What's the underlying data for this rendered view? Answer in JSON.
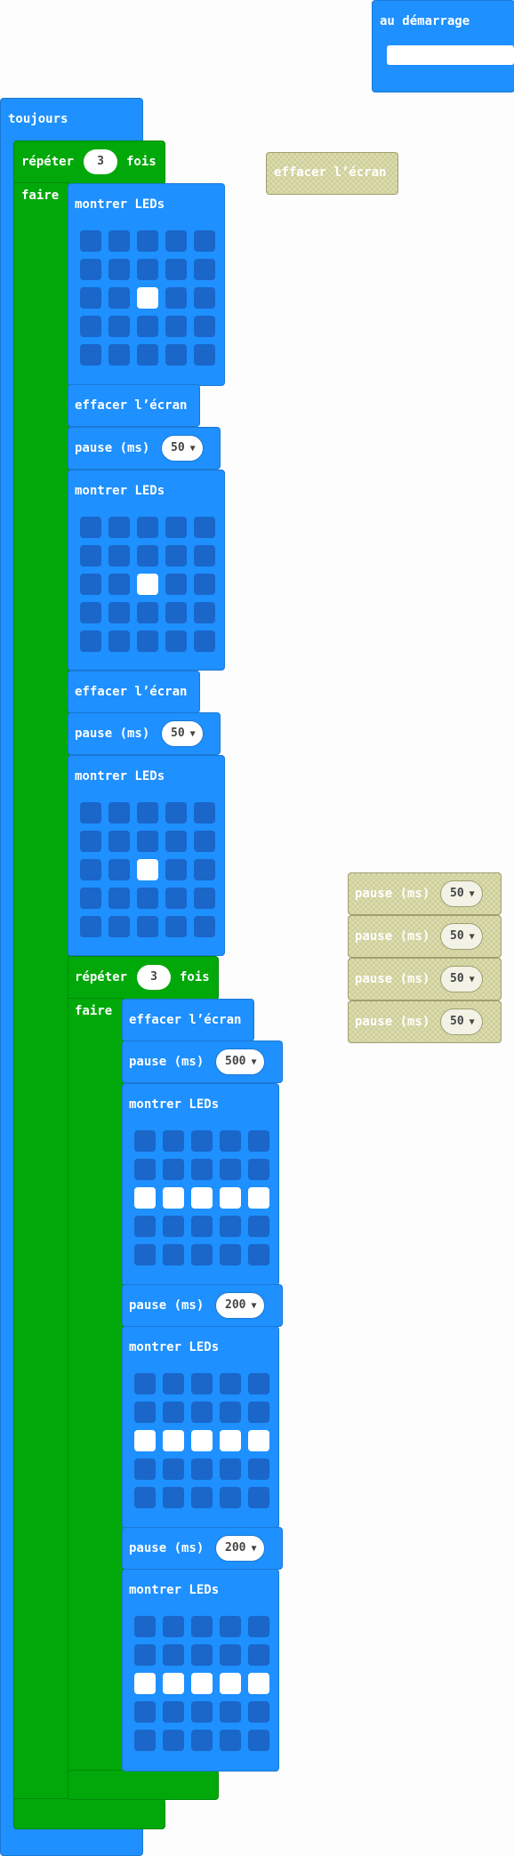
{
  "on_start": {
    "label": "au démarrage"
  },
  "forever": {
    "label": "toujours"
  },
  "outer_repeat": {
    "label_pre": "répéter",
    "count": "3",
    "label_post": "fois",
    "do_label": "faire"
  },
  "inner_repeat": {
    "label_pre": "répéter",
    "count": "3",
    "label_post": "fois",
    "do_label": "faire"
  },
  "show_leds_label": "montrer LEDs",
  "clear_label": "effacer l’écran",
  "pause_label": "pause (ms)",
  "pause_values": {
    "p1": "50",
    "p2": "50",
    "p3": "500",
    "p4": "200",
    "p5": "200"
  },
  "floating_clear": {
    "label": "effacer l’écran"
  },
  "floating_pauses": [
    {
      "label": "pause (ms)",
      "value": "50"
    },
    {
      "label": "pause (ms)",
      "value": "50"
    },
    {
      "label": "pause (ms)",
      "value": "50"
    },
    {
      "label": "pause (ms)",
      "value": "50"
    }
  ],
  "led_patterns": {
    "grid1": [
      0,
      0,
      0,
      0,
      0,
      0,
      0,
      0,
      0,
      0,
      0,
      0,
      1,
      0,
      0,
      0,
      0,
      0,
      0,
      0,
      0,
      0,
      0,
      0,
      0
    ],
    "grid2": [
      0,
      0,
      0,
      0,
      0,
      0,
      0,
      0,
      0,
      0,
      0,
      0,
      1,
      0,
      0,
      0,
      0,
      0,
      0,
      0,
      0,
      0,
      0,
      0,
      0
    ],
    "grid3": [
      0,
      0,
      0,
      0,
      0,
      0,
      0,
      0,
      0,
      0,
      0,
      0,
      1,
      0,
      0,
      0,
      0,
      0,
      0,
      0,
      0,
      0,
      0,
      0,
      0
    ],
    "grid4": [
      0,
      0,
      0,
      0,
      0,
      0,
      0,
      0,
      0,
      0,
      1,
      1,
      1,
      1,
      1,
      0,
      0,
      0,
      0,
      0,
      0,
      0,
      0,
      0,
      0
    ],
    "grid5": [
      0,
      0,
      0,
      0,
      0,
      0,
      0,
      0,
      0,
      0,
      1,
      1,
      1,
      1,
      1,
      0,
      0,
      0,
      0,
      0,
      0,
      0,
      0,
      0,
      0
    ],
    "grid6": [
      0,
      0,
      0,
      0,
      0,
      0,
      0,
      0,
      0,
      0,
      1,
      1,
      1,
      1,
      1,
      0,
      0,
      0,
      0,
      0,
      0,
      0,
      0,
      0,
      0
    ]
  },
  "colors": {
    "basic_blue": "#1e90ff",
    "loops_green": "#00a909",
    "disabled": "#cfcf98"
  }
}
